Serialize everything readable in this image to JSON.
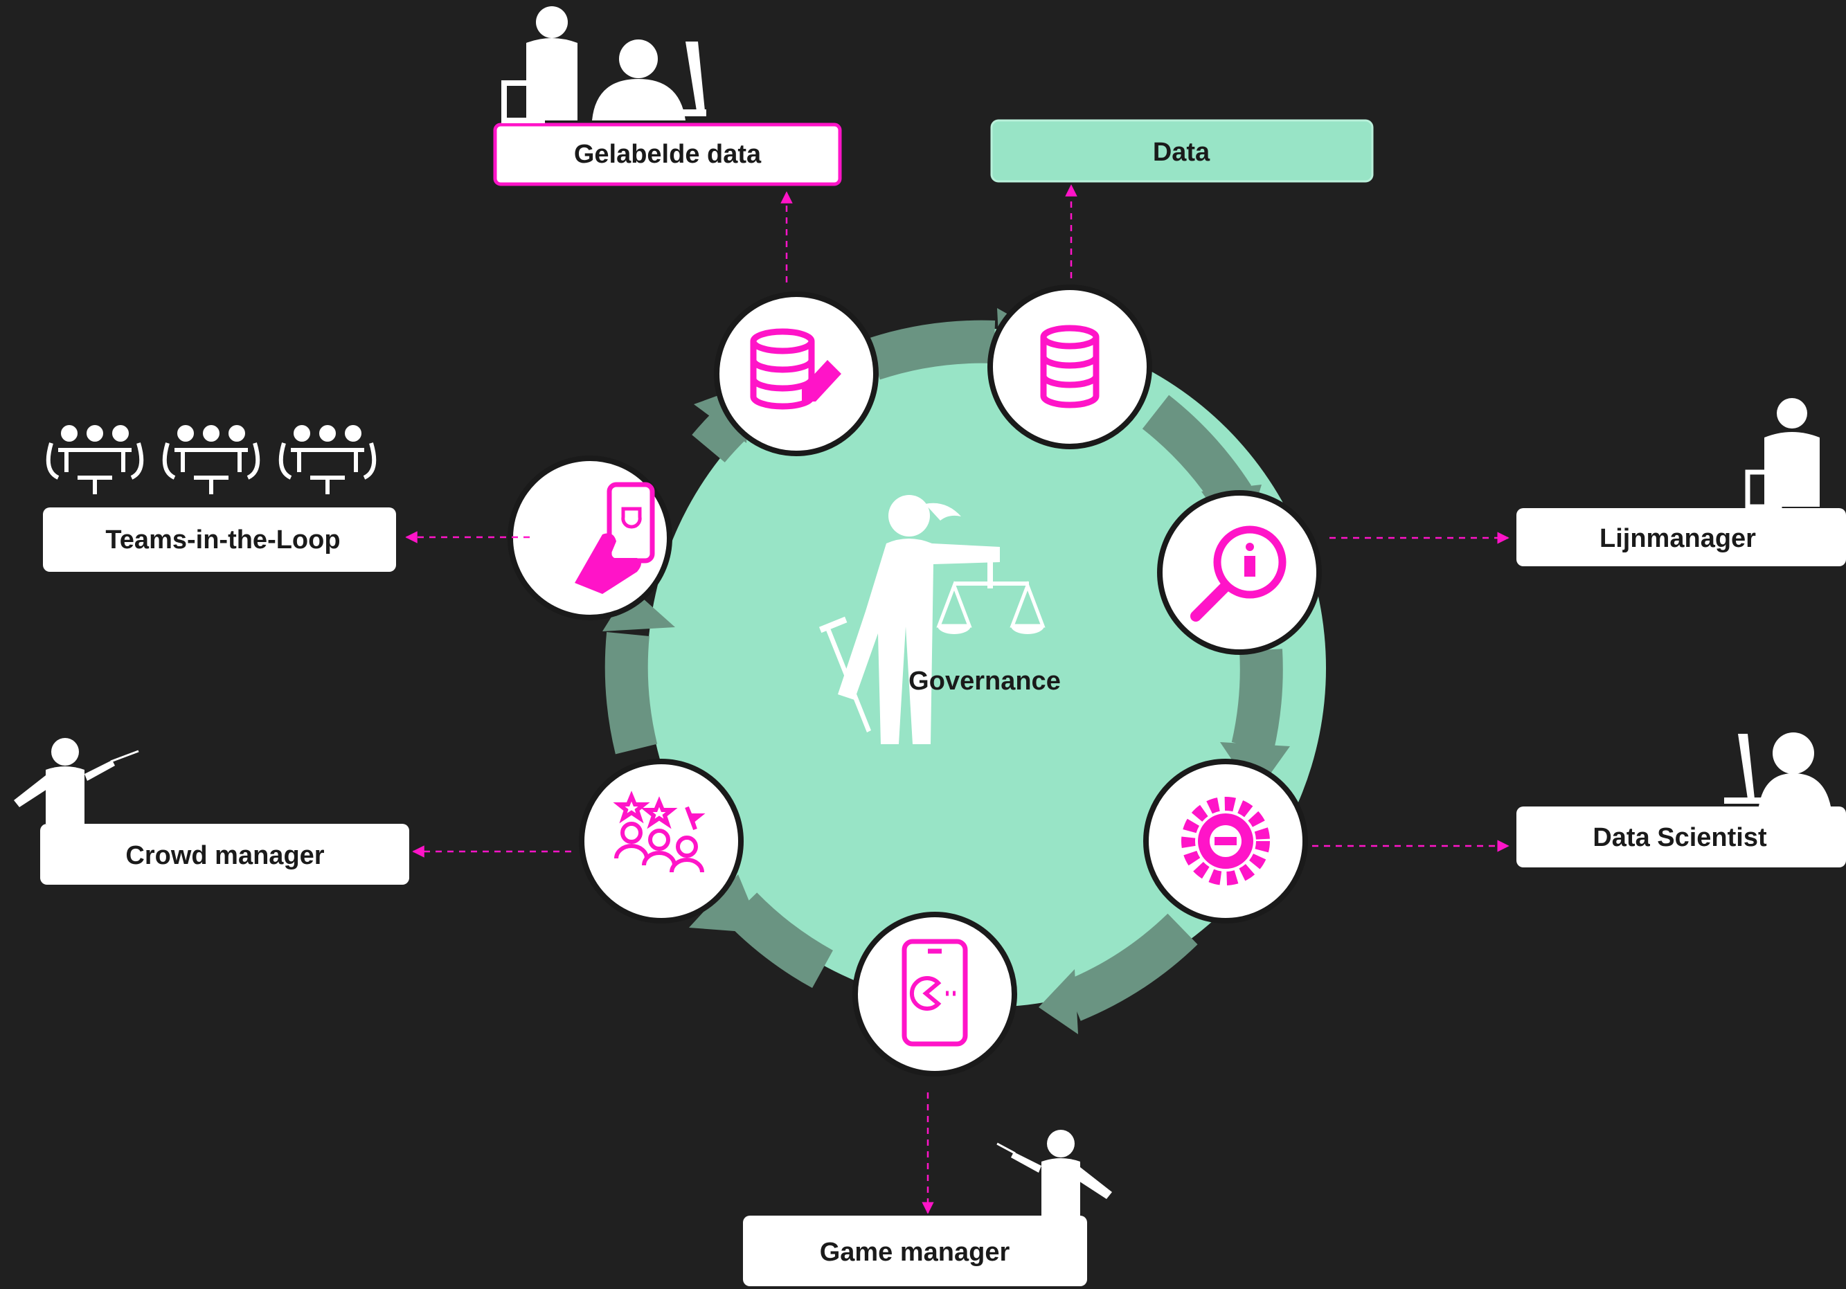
{
  "center": {
    "label": "Governance",
    "icon": "justice-figure-icon"
  },
  "colors": {
    "background": "#202020",
    "mint": "#98E4C6",
    "ring": "#6A9482",
    "magenta": "#FF14C8",
    "white": "#FFFFFF",
    "text": "#1A1A1A"
  },
  "nodes": [
    {
      "id": "labeled-data",
      "icon": "database-tag-icon"
    },
    {
      "id": "data",
      "icon": "database-icon"
    },
    {
      "id": "information",
      "icon": "info-search-icon"
    },
    {
      "id": "processing",
      "icon": "gear-wrench-icon"
    },
    {
      "id": "game",
      "icon": "phone-game-icon"
    },
    {
      "id": "crowd",
      "icon": "crowd-rating-icon"
    },
    {
      "id": "teams",
      "icon": "phone-shield-hand-icon"
    }
  ],
  "boxes": {
    "gelabelde_data": "Gelabelde data",
    "data": "Data",
    "teams": "Teams-in-the-Loop",
    "lijnmanager": "Lijnmanager",
    "crowd": "Crowd manager",
    "data_scientist": "Data Scientist",
    "game": "Game manager"
  },
  "people_icons": [
    "manager-and-worker-icon",
    "team-meeting-icon",
    "manager-icon",
    "presenter-icon",
    "computer-worker-icon",
    "presenter-icon"
  ]
}
